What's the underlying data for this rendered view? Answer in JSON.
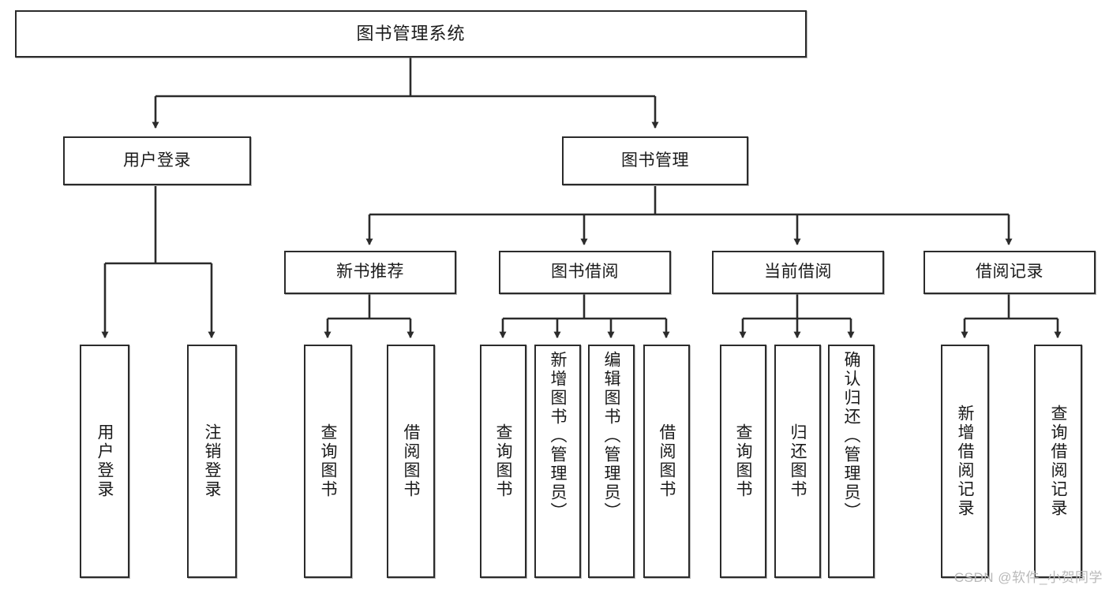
{
  "diagram": {
    "type": "tree",
    "title_node": {
      "label": "图书管理系统"
    },
    "level2": [
      {
        "label": "用户登录"
      },
      {
        "label": "图书管理"
      }
    ],
    "level3": [
      {
        "label": "新书推荐"
      },
      {
        "label": "图书借阅"
      },
      {
        "label": "当前借阅"
      },
      {
        "label": "借阅记录"
      }
    ],
    "leaves": {
      "user_login": [
        {
          "label": "用户登录"
        },
        {
          "label": "注销登录"
        }
      ],
      "new_book_recommend": [
        {
          "label": "查询图书"
        },
        {
          "label": "借阅图书"
        }
      ],
      "book_borrow": [
        {
          "label": "查询图书"
        },
        {
          "label": "新增图书（管理员）"
        },
        {
          "label": "编辑图书（管理员）"
        },
        {
          "label": "借阅图书"
        }
      ],
      "current_borrow": [
        {
          "label": "查询图书"
        },
        {
          "label": "归还图书"
        },
        {
          "label": "确认归还（管理员）"
        }
      ],
      "borrow_record": [
        {
          "label": "新增借阅记录"
        },
        {
          "label": "查询借阅记录"
        }
      ]
    }
  },
  "watermark": {
    "text": "CSDN @软件_小贺同学"
  },
  "colors": {
    "stroke": "#2b2b2b",
    "fill": "#ffffff",
    "background": "#ffffff",
    "watermark": "#b9b9b9"
  }
}
